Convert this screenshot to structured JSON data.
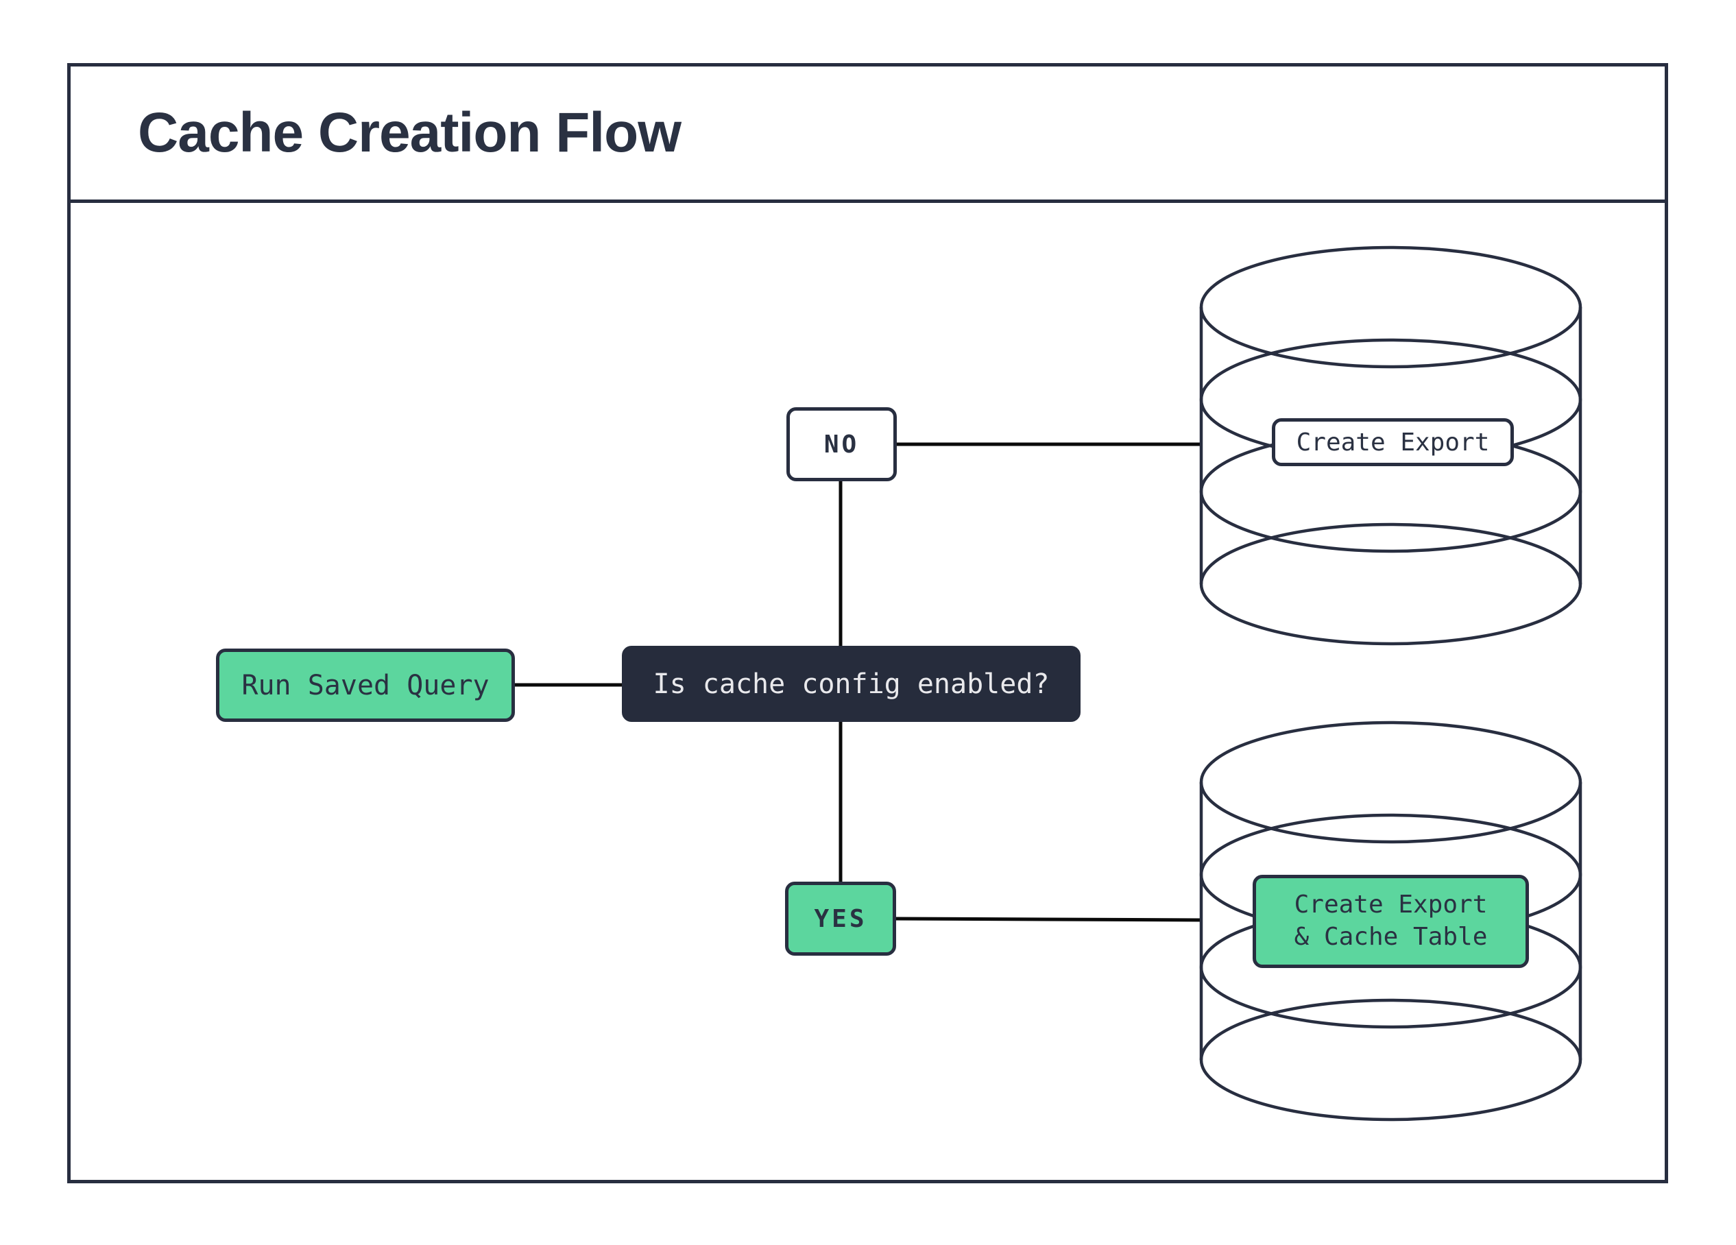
{
  "title": "Cache Creation Flow",
  "colors": {
    "accent_green": "#5cd69e",
    "navy_stroke": "#282e40",
    "decision_bg": "#262c3c",
    "decision_text": "#e9e9ec",
    "connector_line": "#0a0a0a",
    "background": "#ffffff"
  },
  "nodes": {
    "run_saved_query": {
      "label": "Run Saved Query"
    },
    "decision": {
      "label": "Is cache config enabled?"
    },
    "no_branch": {
      "label": "NO"
    },
    "yes_branch": {
      "label": "YES"
    },
    "create_export": {
      "label": "Create Export"
    },
    "create_export_cache": {
      "line1": "Create Export",
      "line2": "& Cache Table"
    }
  },
  "icons": {
    "top_database": "database-cylinder",
    "bottom_database": "database-cylinder"
  }
}
